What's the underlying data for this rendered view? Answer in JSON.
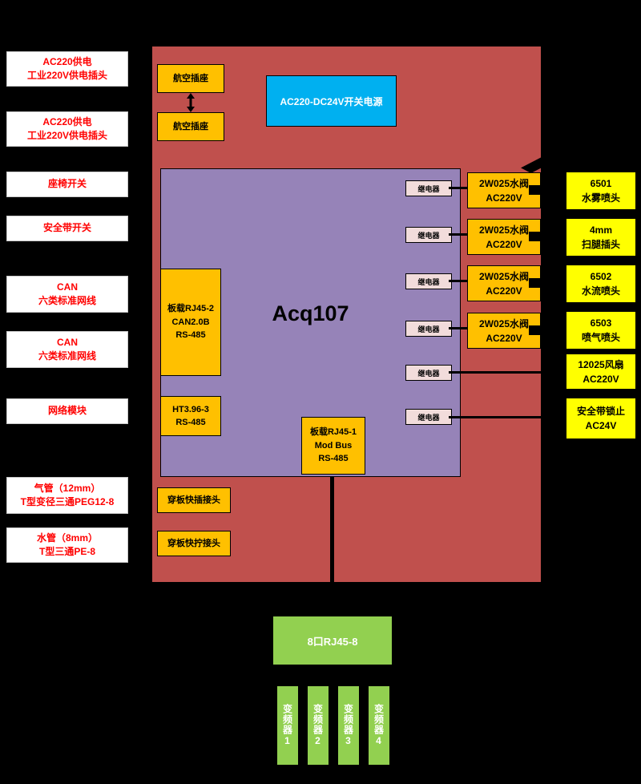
{
  "colors": {
    "board_red": "#C0504D",
    "cpu_purple": "#9683B8",
    "port_orange": "#FFC000",
    "psu_blue": "#00B0F0",
    "output_yellow": "#FFFF00",
    "device_green": "#92D050",
    "relay_pink": "#F2DCDB",
    "label_red": "#FF0000"
  },
  "left_inputs": [
    {
      "line1": "AC220供电",
      "line2": "工业220V供电插头"
    },
    {
      "line1": "AC220供电",
      "line2": "工业220V供电插头"
    },
    {
      "line1": "座椅开关"
    },
    {
      "line1": "安全带开关"
    },
    {
      "line1": "CAN",
      "line2": "六类标准网线"
    },
    {
      "line1": "CAN",
      "line2": "六类标准网线"
    },
    {
      "line1": "网络模块"
    },
    {
      "line1": "气管（12mm）",
      "line2": "T型变径三通PEG12-8"
    },
    {
      "line1": "水管（8mm）",
      "line2": "T型三通PE-8"
    }
  ],
  "main_board": {
    "cpu_label": "Acq107",
    "psu_label": "AC220-DC24V开关电源",
    "aviation_sockets": [
      "航空插座",
      "航空插座"
    ],
    "can_port": {
      "line1": "板载RJ45-2",
      "line2": "CAN2.0B",
      "line3": "RS-485"
    },
    "ht_port": {
      "line1": "HT3.96-3",
      "line2": "RS-485"
    },
    "modbus_port": {
      "line1": "板载RJ45-1",
      "line2": "Mod Bus",
      "line3": "RS-485"
    },
    "relay_label": "继电器",
    "valves": [
      {
        "line1": "2W025水阀",
        "line2": "AC220V"
      },
      {
        "line1": "2W025水阀",
        "line2": "AC220V"
      },
      {
        "line1": "2W025水阀",
        "line2": "AC220V"
      },
      {
        "line1": "2W025水阀",
        "line2": "AC220V"
      }
    ],
    "bulkhead_fittings": [
      "穿板快插接头",
      "穿板快拧接头"
    ]
  },
  "right_outputs": [
    {
      "line1": "6501",
      "line2": "水雾喷头"
    },
    {
      "line1": "4mm",
      "line2": "扫腿插头"
    },
    {
      "line1": "6502",
      "line2": "水流喷头"
    },
    {
      "line1": "6503",
      "line2": "喷气喷头"
    },
    {
      "line1": "12025风扇",
      "line2": "AC220V"
    },
    {
      "line1": "安全带锁止",
      "line2": "AC24V"
    }
  ],
  "bottom": {
    "hub_label": "8口RJ45-8",
    "inverters": [
      "变频器1",
      "变频器2",
      "变频器3",
      "变频器4"
    ]
  }
}
